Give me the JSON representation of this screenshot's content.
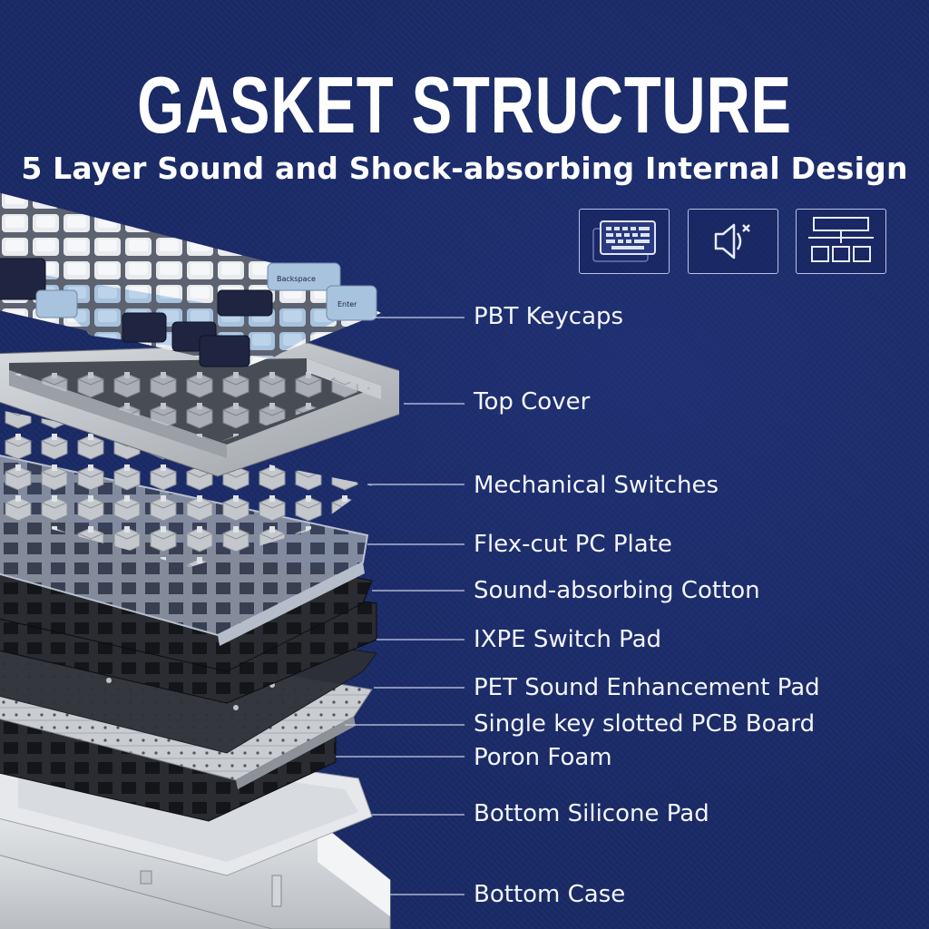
{
  "header": {
    "title": "GASKET STRUCTURE",
    "subtitle": "5 Layer Sound and Shock-absorbing Internal Design"
  },
  "feature_icons": [
    {
      "icon": "keyboard-icon"
    },
    {
      "icon": "speaker-mute-icon"
    },
    {
      "icon": "layer-structure-icon"
    }
  ],
  "keycap_legends": {
    "backspace": "Backspace",
    "enter": "Enter"
  },
  "layers": [
    {
      "label": "PBT Keycaps"
    },
    {
      "label": "Top Cover"
    },
    {
      "label": "Mechanical Switches"
    },
    {
      "label": "Flex-cut PC Plate"
    },
    {
      "label": "Sound-absorbing Cotton"
    },
    {
      "label": "IXPE Switch Pad"
    },
    {
      "label": "PET Sound Enhancement Pad"
    },
    {
      "label": "Single key slotted PCB Board"
    },
    {
      "label": "Poron Foam"
    },
    {
      "label": "Bottom Silicone Pad"
    },
    {
      "label": "Bottom Case"
    }
  ],
  "colors": {
    "background": "#1a2a66",
    "text": "#ffffff",
    "leader_line": "#c9cfe4",
    "keycap_light_blue": "#a9c7e3",
    "keycap_navy": "#1c2340",
    "keycap_white": "#eef0f3"
  }
}
